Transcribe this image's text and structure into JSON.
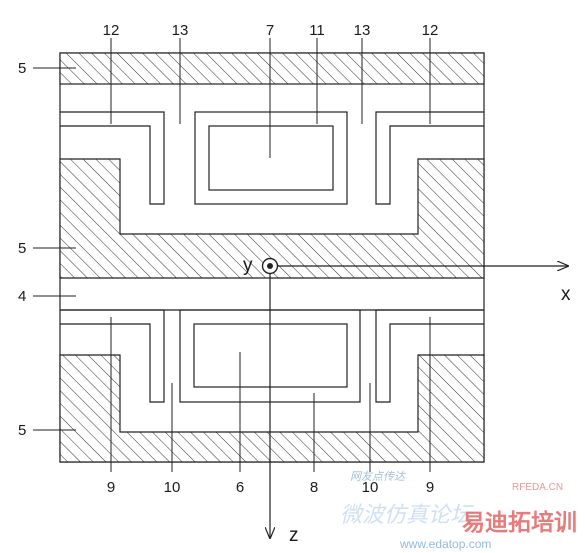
{
  "labels": {
    "top": [
      "12",
      "13",
      "7",
      "11",
      "13",
      "12"
    ],
    "bottom": [
      "9",
      "10",
      "6",
      "8",
      "10",
      "9"
    ],
    "left": [
      "5",
      "5",
      "4",
      "5"
    ]
  },
  "axes": {
    "x": "x",
    "y": "y",
    "z": "z"
  },
  "watermark": {
    "rfeda": "RFEDA.CN",
    "cn_small": "网友点传达",
    "cn_big": "微波仿真论坛",
    "brand": "易迪拓培训",
    "site": "www.edatop.com"
  },
  "colors": {
    "line": "#222222",
    "hatch": "#333333",
    "watermark_blue": "#7aa8d8",
    "watermark_red": "#d84040"
  }
}
